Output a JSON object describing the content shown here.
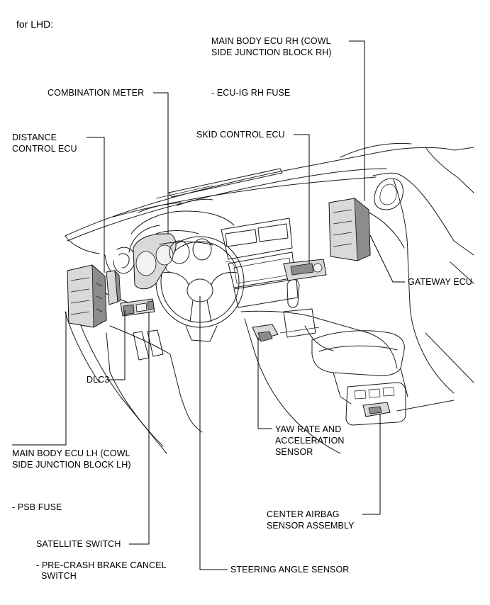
{
  "header": {
    "title": "for LHD:"
  },
  "labels": {
    "main_body_ecu_rh_1": "MAIN BODY ECU RH (COWL",
    "main_body_ecu_rh_2": "SIDE JUNCTION BLOCK RH)",
    "ecu_ig_rh_fuse": "- ECU-IG RH FUSE",
    "combination_meter": "COMBINATION METER",
    "distance_control_ecu_1": "DISTANCE",
    "distance_control_ecu_2": "CONTROL ECU",
    "skid_control_ecu": "SKID CONTROL ECU",
    "gateway_ecu": "GATEWAY ECU",
    "dlc3": "DLC3",
    "yaw_rate_1": "YAW RATE AND",
    "yaw_rate_2": "ACCELERATION",
    "yaw_rate_3": "SENSOR",
    "main_body_ecu_lh_1": "MAIN BODY ECU LH (COWL",
    "main_body_ecu_lh_2": "SIDE JUNCTION BLOCK LH)",
    "psb_fuse": "- PSB FUSE",
    "center_airbag_1": "CENTER AIRBAG",
    "center_airbag_2": "SENSOR ASSEMBLY",
    "satellite_switch": "SATELLITE SWITCH",
    "pre_crash_1": "- PRE-CRASH BRAKE CANCEL",
    "pre_crash_2": "SWITCH",
    "steering_angle_sensor": "STEERING ANGLE SENSOR"
  }
}
